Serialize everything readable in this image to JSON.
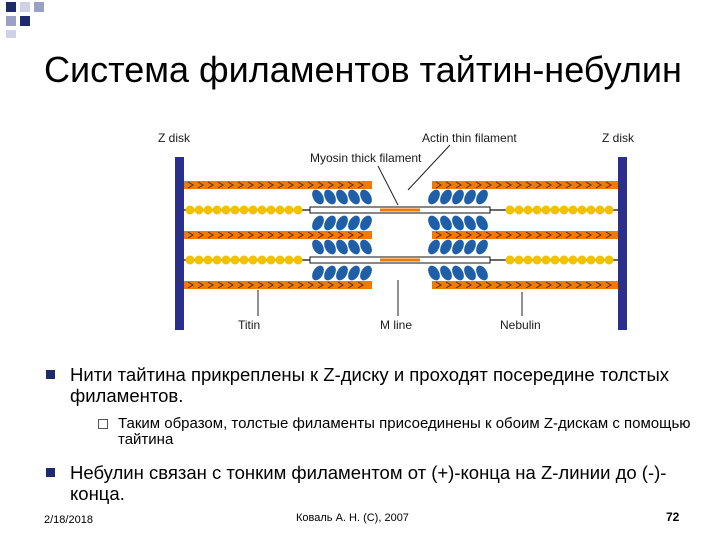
{
  "slide": {
    "title": "Система филаментов тайтин-небулин",
    "figure_labels": {
      "z_disk_left": "Z disk",
      "z_disk_right": "Z disk",
      "actin": "Actin thin filament",
      "myosin": "Myosin thick filament",
      "titin": "Titin",
      "m_line": "M line",
      "nebulin": "Nebulin"
    },
    "bullets": [
      {
        "text": "Нити тайтина прикреплены к Z-диску и проходят посередине толстых филаментов.",
        "sub": "Таким образом, толстые филаменты присоединены к обоим Z-дискам с помощью тайтина"
      },
      {
        "text": "Небулин связан с тонким филаментом от (+)-конца на Z-линии до (-)-конца."
      }
    ],
    "footer": {
      "date": "2/18/2018",
      "author": "Коваль А. Н. (C), 2007",
      "page": "72"
    },
    "colors": {
      "z_disk": "#2b2f8c",
      "thin_filament": "#f07a00",
      "myosin_head": "#1f5fa8",
      "titin_coil": "#f2c200",
      "bullet": "#1d2a6b"
    }
  }
}
